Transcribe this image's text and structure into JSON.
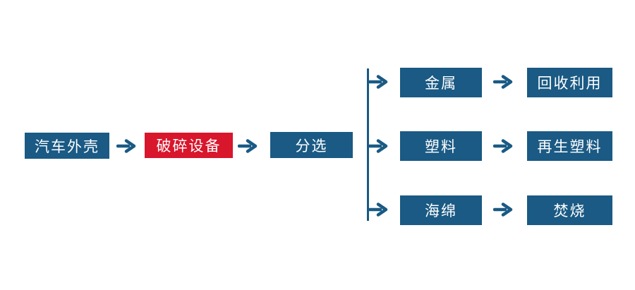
{
  "diagram": {
    "type": "flowchart",
    "background": "#ffffff",
    "colors": {
      "primary_blue": "#1a5a84",
      "accent_red": "#d8162c",
      "node_text": "#ffffff"
    },
    "icons": {
      "arrow_right_glyph": "→"
    },
    "main_flow": [
      {
        "label": "汽车外壳",
        "color": "blue"
      },
      {
        "label": "破碎设备",
        "color": "red"
      },
      {
        "label": "分选",
        "color": "blue"
      }
    ],
    "branches": [
      {
        "material": "金属",
        "outcome": "回收利用"
      },
      {
        "material": "塑料",
        "outcome": "再生塑料"
      },
      {
        "material": "海绵",
        "outcome": "焚烧"
      }
    ]
  }
}
